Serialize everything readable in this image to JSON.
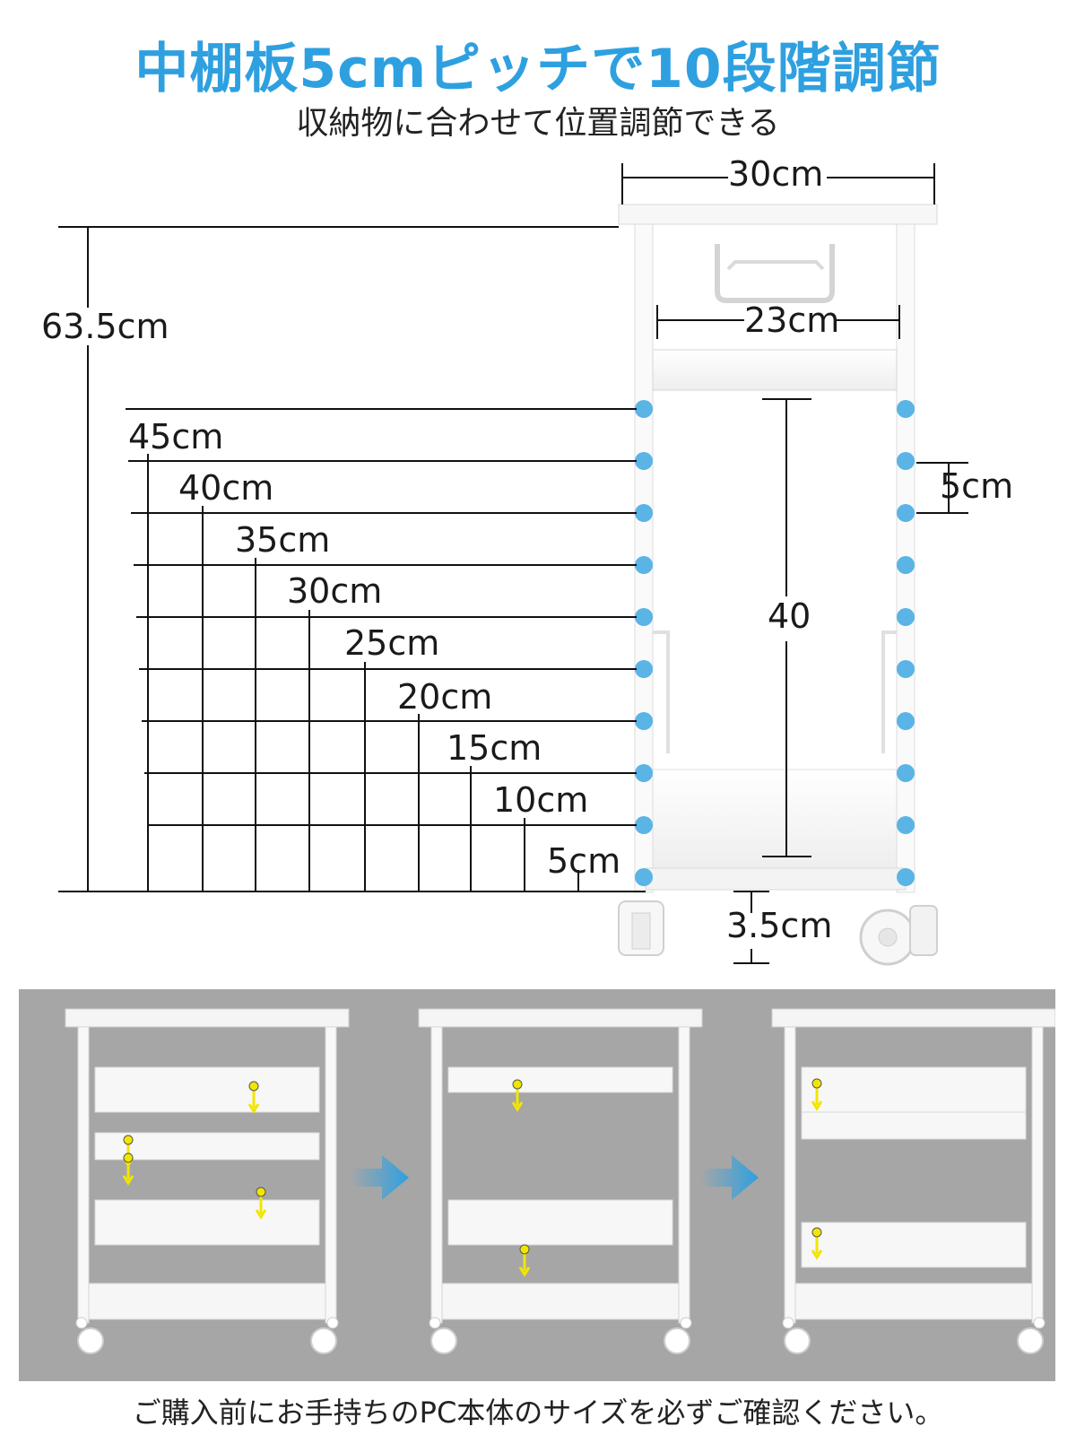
{
  "header": {
    "title": "中棚板5cmピッチで10段階調節",
    "subtitle": "収納物に合わせて位置調節できる"
  },
  "dimensions": {
    "top_width": "30cm",
    "inner_width": "23cm",
    "total_height": "63.5cm",
    "interior_height": "40",
    "pitch": "5cm",
    "bottom_gap": "3.5cm",
    "shelf_heights": [
      "45cm",
      "40cm",
      "35cm",
      "30cm",
      "25cm",
      "20cm",
      "15cm",
      "10cm",
      "5cm"
    ]
  },
  "colors": {
    "accent": "#2ea0e0",
    "peg": "#5ab4e6",
    "panel": "#a6a6a6",
    "arrow": "#f2e600"
  },
  "footer": {
    "note": "ご購入前にお手持ちのPC本体のサイズを必ずご確認ください。"
  }
}
